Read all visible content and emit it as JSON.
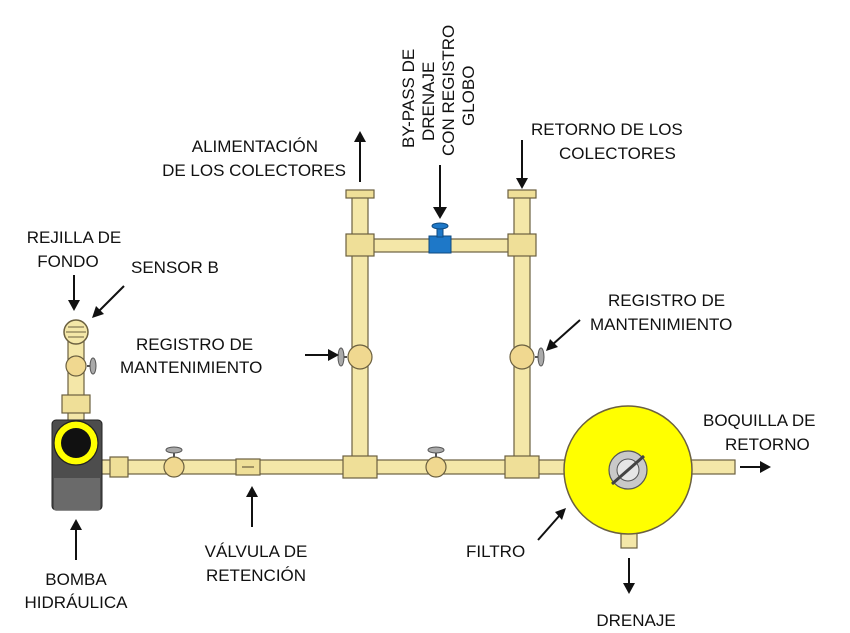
{
  "labels": {
    "bypass": [
      "BY-PASS DE",
      "DRENAJE",
      "CON REGISTRO",
      "GLOBO"
    ],
    "alimentacion": [
      "ALIMENTACIÓN",
      "DE LOS COLECTORES"
    ],
    "retorno_colectores": [
      "RETORNO DE LOS",
      "COLECTORES"
    ],
    "rejilla": [
      "REJILLA DE",
      "FONDO"
    ],
    "sensor": "SENSOR B",
    "registro_izq": [
      "REGISTRO DE",
      "MANTENIMIENTO"
    ],
    "registro_der": [
      "REGISTRO DE",
      "MANTENIMIENTO"
    ],
    "boquilla": [
      "BOQUILLA DE",
      "RETORNO"
    ],
    "valvula": [
      "VÁLVULA DE",
      "RETENCIÓN"
    ],
    "filtro": "FILTRO",
    "bomba": [
      "BOMBA",
      "HIDRÁULICA"
    ],
    "drenaje": "DRENAJE"
  },
  "colors": {
    "pipe": "#f4e7a8",
    "pump_body": "#555555",
    "pump_ring": "#ffff00",
    "filter_disc": "#ffff00",
    "bypass_valve": "#1e78c8"
  }
}
